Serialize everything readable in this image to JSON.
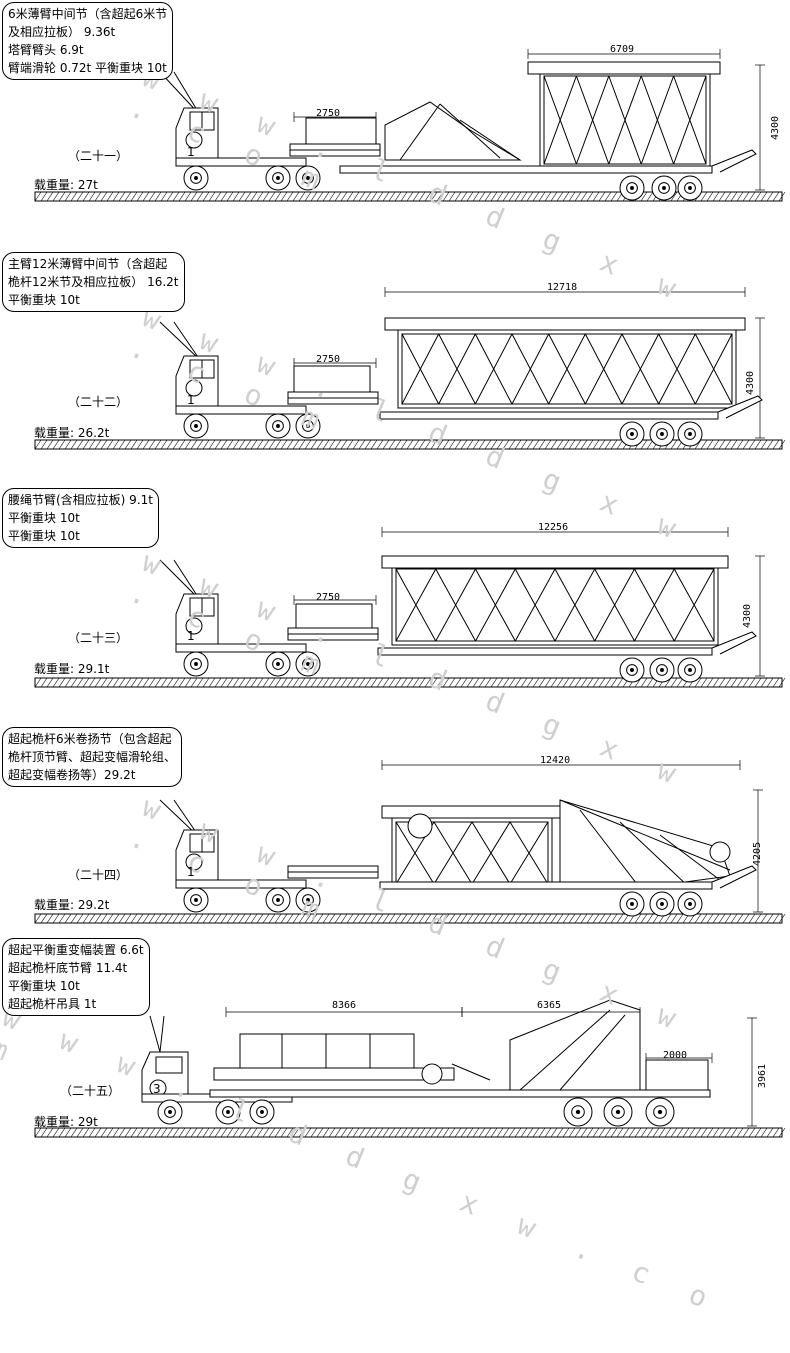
{
  "watermark": "w w w . l d d g x w . c o m",
  "panels": [
    {
      "id": "21",
      "sequence": "（二十一）",
      "load_label": "载重量:",
      "load_value": "27t",
      "bubble_lines": [
        "6米薄臂中间节（含超起6米节",
        "及相应拉板） 9.36t",
        "塔臂臂头 6.9t",
        "臂端滑轮 0.72t   平衡重块 10t"
      ],
      "dims": {
        "length1": "2750",
        "length2": "6709",
        "height": "4300"
      },
      "truck_badge": "1"
    },
    {
      "id": "22",
      "sequence": "（二十二）",
      "load_label": "载重量:",
      "load_value": "26.2t",
      "bubble_lines": [
        "主臂12米薄臂中间节（含超起",
        "桅杆12米节及相应拉板） 16.2t",
        "平衡重块 10t"
      ],
      "dims": {
        "length1": "2750",
        "length2": "12718",
        "height": "4300"
      },
      "truck_badge": "1"
    },
    {
      "id": "23",
      "sequence": "（二十三）",
      "load_label": "载重量:",
      "load_value": "29.1t",
      "bubble_lines": [
        "腰绳节臂(含相应拉板) 9.1t",
        "平衡重块 10t",
        "平衡重块 10t"
      ],
      "dims": {
        "length1": "2750",
        "length2": "12256",
        "height": "4300"
      },
      "truck_badge": "1"
    },
    {
      "id": "24",
      "sequence": "（二十四）",
      "load_label": "载重量:",
      "load_value": "29.2t",
      "bubble_lines": [
        "超起桅杆6米卷扬节（包含超起",
        "桅杆顶节臂、超起变幅滑轮组、",
        "超起变幅卷扬等）29.2t"
      ],
      "dims": {
        "length2": "12420",
        "height": "4205"
      },
      "truck_badge": "1"
    },
    {
      "id": "25",
      "sequence": "（二十五）",
      "load_label": "载重量:",
      "load_value": "29t",
      "bubble_lines": [
        "超起平衡重变幅装置 6.6t",
        "超起桅杆底节臂 11.4t",
        "平衡重块 10t",
        "超起桅杆吊具 1t"
      ],
      "dims": {
        "length1": "8366",
        "length2": "6365",
        "length3": "2000",
        "height": "3961"
      },
      "truck_badge": "3"
    }
  ]
}
